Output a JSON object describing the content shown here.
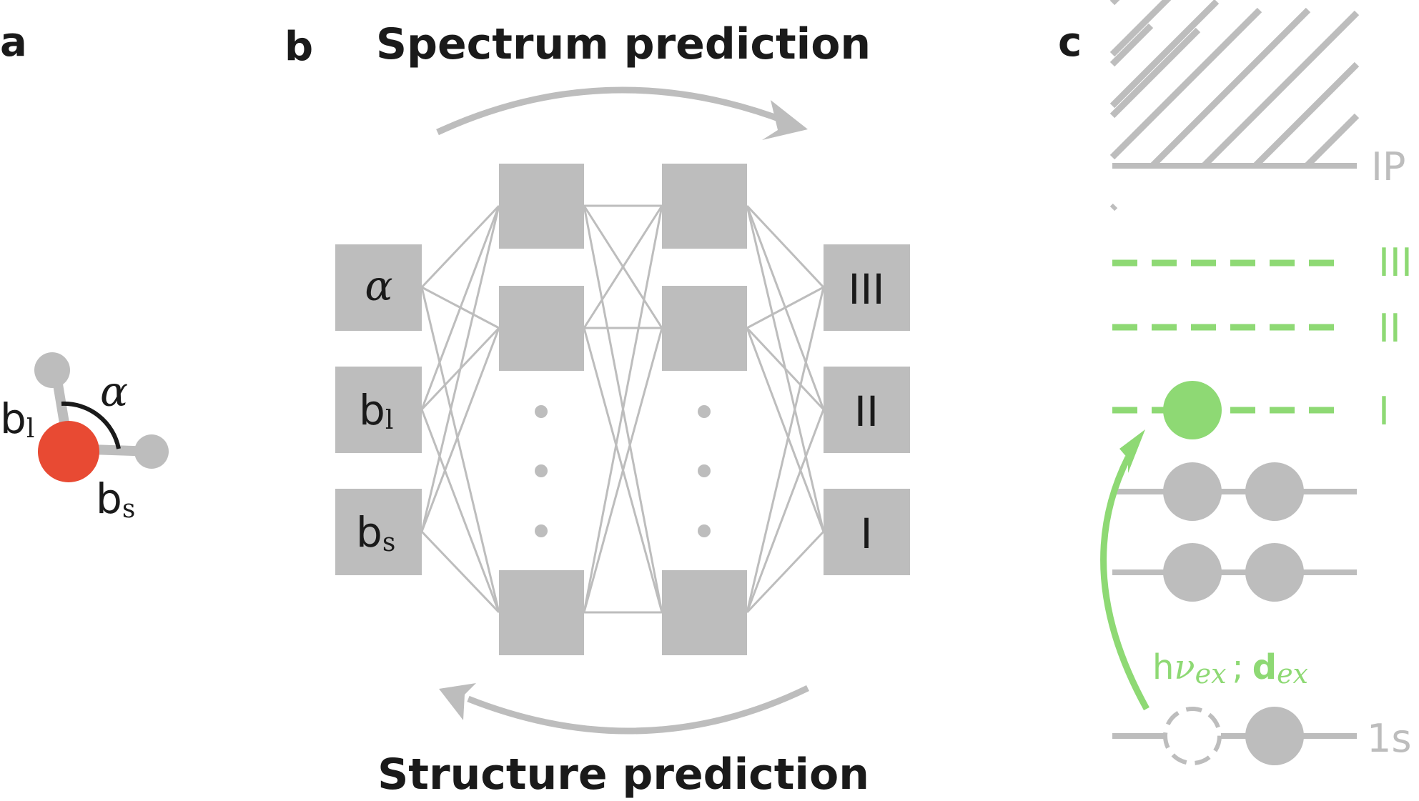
{
  "panels": {
    "a": "a",
    "b": "b",
    "c": "c"
  },
  "molecule": {
    "angle_label": "α",
    "bond_long_base": "b",
    "bond_long_sub": "l",
    "bond_short_base": "b",
    "bond_short_sub": "s"
  },
  "network": {
    "title_top": "Spectrum prediction",
    "title_bottom": "Structure prediction",
    "inputs": [
      {
        "base": "α",
        "sub": ""
      },
      {
        "base": "b",
        "sub": "l"
      },
      {
        "base": "b",
        "sub": "s"
      }
    ],
    "outputs": [
      "III",
      "II",
      "I"
    ]
  },
  "levels": {
    "ip_label": "IP",
    "excited": [
      "III",
      "II",
      "I"
    ],
    "core_label": "1s",
    "transition": {
      "h": "h",
      "nu": "ν",
      "sub1": "ex",
      "sep": ";",
      "d": "d",
      "sub2": "ex"
    }
  },
  "colors": {
    "gray": "#bdbdbd",
    "green": "#8ed974",
    "green_dark": "#7fd165",
    "red": "#e84a33",
    "black": "#1a1a1a"
  }
}
